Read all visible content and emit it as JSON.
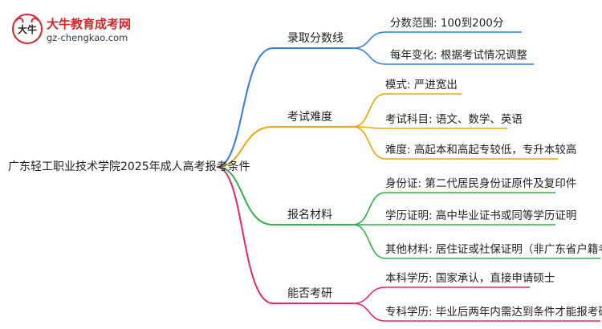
{
  "logo": {
    "title": "大牛教育成考网",
    "url": "gz-chengkao.com",
    "emblem_text": "大牛"
  },
  "root": "广东轻工职业技术学院2025年成人高考报考条件",
  "branches": [
    {
      "label": "录取分数线",
      "color": "#2f7de1",
      "leaves": [
        "分数范围: 100到200分",
        "每年变化: 根据考试情况调整"
      ]
    },
    {
      "label": "考试难度",
      "color": "#f2a400",
      "leaves": [
        "模式: 严进宽出",
        "考试科目: 语文、数学、英语",
        "难度: 高起本和高起专较低，专升本较高"
      ]
    },
    {
      "label": "报名材料",
      "color": "#2fb34a",
      "leaves": [
        "身份证: 第二代居民身份证原件及复印件",
        "学历证明: 高中毕业证书或同等学历证明",
        "其他材料: 居住证或社保证明（非广东省户籍考生）"
      ]
    },
    {
      "label": "能否考研",
      "color": "#e8246e",
      "leaves": [
        "本科学历: 国家承认，直接申请硕士",
        "专科学历: 毕业后两年内需达到条件才能报考研究生"
      ]
    }
  ]
}
